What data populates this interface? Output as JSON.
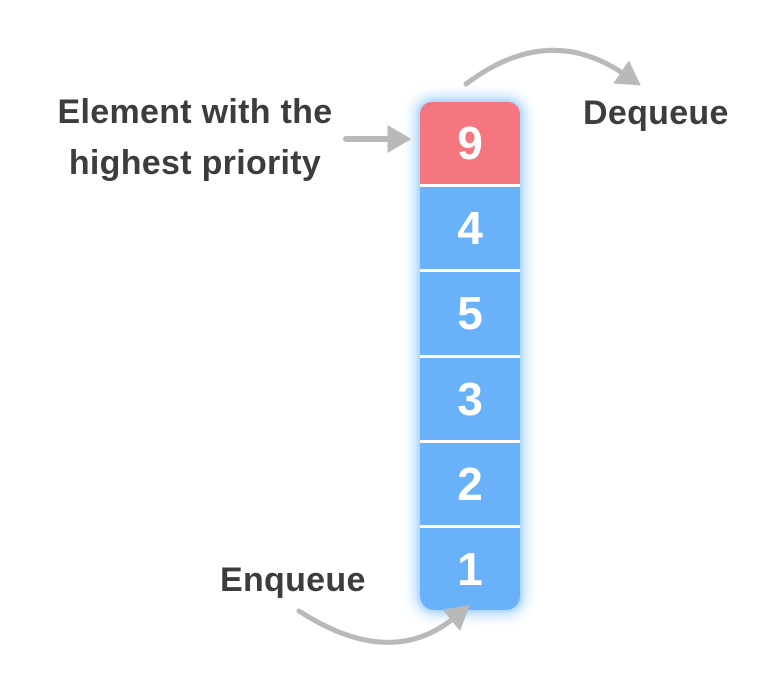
{
  "labels": {
    "highest_priority": {
      "line1": "Element with the",
      "line2": "highest priority"
    },
    "dequeue": "Dequeue",
    "enqueue": "Enqueue"
  },
  "queue": {
    "cells": [
      {
        "value": "9",
        "is_highest": true
      },
      {
        "value": "4",
        "is_highest": false
      },
      {
        "value": "5",
        "is_highest": false
      },
      {
        "value": "3",
        "is_highest": false
      },
      {
        "value": "2",
        "is_highest": false
      },
      {
        "value": "1",
        "is_highest": false
      }
    ]
  },
  "colors": {
    "background": "#ffffff",
    "cell_blue": "#69b1f8",
    "cell_red": "#f4767f",
    "cell_text": "#ffffff",
    "label_text": "#3d3d3f",
    "arrow_gray": "#b9b9b9",
    "glow_blue": "#a9d5fb"
  }
}
